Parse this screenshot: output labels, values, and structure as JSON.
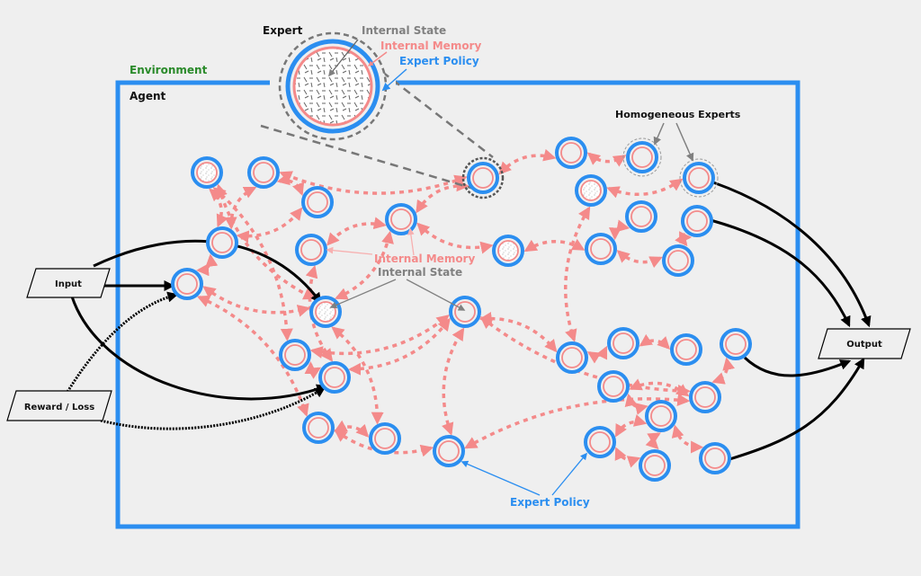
{
  "labels": {
    "environment": "Environment",
    "agent": "Agent",
    "expert": "Expert",
    "internal_state_top": "Internal State",
    "internal_memory_top": "Internal Memory",
    "expert_policy_top": "Expert Policy",
    "homogeneous_experts": "Homogeneous Experts",
    "internal_memory_mid": "Internal Memory",
    "internal_state_mid": "Internal State",
    "expert_policy_bottom": "Expert Policy",
    "input": "Input",
    "reward_loss": "Reward / Loss",
    "output": "Output"
  },
  "colors": {
    "background": "#efefef",
    "agent_border": "#2b8ef0",
    "environment_text": "#2a8a2a",
    "expert_policy": "#2b8ef0",
    "internal_memory": "#f48a8a",
    "internal_state": "#808080",
    "connection": "#f48a8a",
    "io_arrow": "#000000"
  },
  "experts": [
    {
      "id": "e1",
      "state": true
    },
    {
      "id": "e2",
      "state": false
    },
    {
      "id": "e3",
      "state": false
    },
    {
      "id": "e4",
      "state": false
    },
    {
      "id": "e5",
      "state": false
    },
    {
      "id": "e6",
      "state": false
    },
    {
      "id": "e7",
      "state": true
    },
    {
      "id": "e8",
      "state": false
    },
    {
      "id": "e9",
      "state": false
    },
    {
      "id": "e10",
      "state": true
    },
    {
      "id": "e11",
      "state": false
    },
    {
      "id": "e12",
      "state": false
    },
    {
      "id": "e13",
      "state": true
    },
    {
      "id": "e14",
      "state": false
    },
    {
      "id": "e15",
      "state": false
    },
    {
      "id": "e16",
      "state": false
    },
    {
      "id": "e17",
      "state": false
    },
    {
      "id": "e18",
      "state": true
    },
    {
      "id": "e19",
      "state": false
    },
    {
      "id": "e20",
      "state": false
    },
    {
      "id": "e21",
      "state": false
    },
    {
      "id": "e22",
      "state": false
    },
    {
      "id": "e23",
      "state": false
    },
    {
      "id": "e24",
      "state": false
    },
    {
      "id": "e25",
      "state": false
    },
    {
      "id": "e26",
      "state": false
    },
    {
      "id": "e27",
      "state": false
    },
    {
      "id": "e28",
      "state": false
    },
    {
      "id": "e29",
      "state": false
    },
    {
      "id": "e30",
      "state": false
    },
    {
      "id": "e31",
      "state": false
    },
    {
      "id": "e32",
      "state": false
    },
    {
      "id": "e33",
      "state": false
    },
    {
      "id": "e34",
      "state": false
    },
    {
      "id": "e35",
      "state": false
    },
    {
      "id": "e36",
      "state": false
    }
  ],
  "homogeneous_expert_ids": [
    "e20",
    "e21"
  ],
  "highlighted_expert_id": "e19"
}
